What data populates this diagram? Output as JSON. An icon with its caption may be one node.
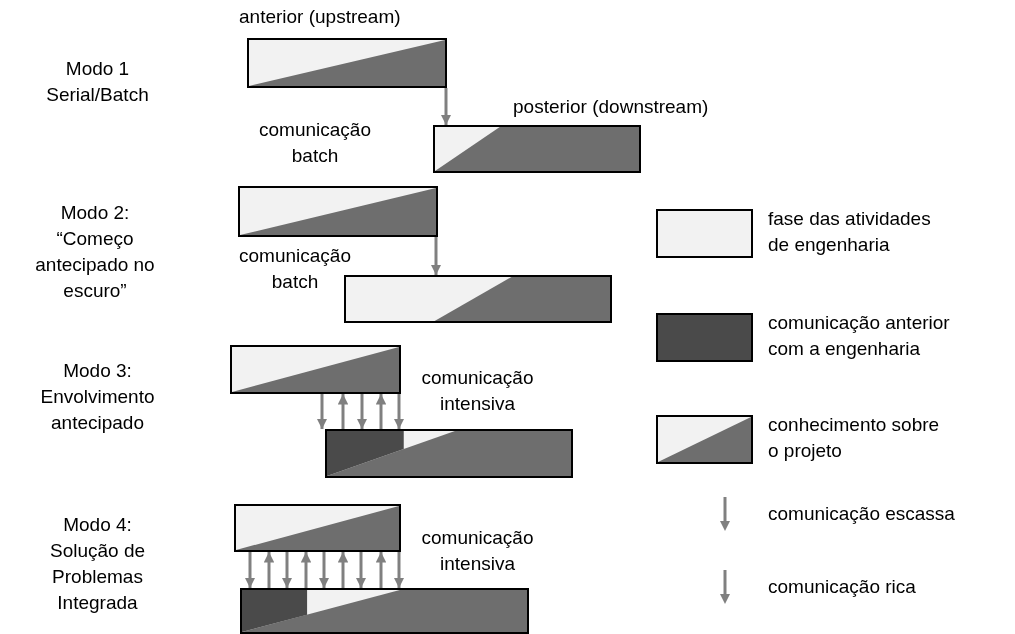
{
  "diagram": {
    "nodes": [
      {
        "text": [
          "anterior (upstream)"
        ]
      },
      {
        "text": [
          "posterior (downstream)"
        ]
      },
      {
        "text": [],
        "shape": "bar"
      },
      {
        "text": [],
        "shape": "bar"
      },
      {
        "text": [],
        "shape": "bar"
      },
      {
        "text": [],
        "shape": "bar"
      },
      {
        "text": [],
        "shape": "bar"
      },
      {
        "text": [],
        "shape": "bar"
      }
    ],
    "edges": [
      {
        "from": 0,
        "to": 1,
        "arrow": "to"
      },
      {
        "from": 2,
        "to": 3,
        "arrow": "to"
      },
      {
        "from": 4,
        "to": 5,
        "arrow": "to"
      },
      {
        "from": 5,
        "to": 4,
        "arrow": "to"
      },
      {
        "from": 4,
        "to": 5,
        "arrow": "to"
      },
      {
        "from": 5,
        "to": 4,
        "arrow": "to"
      },
      {
        "from": 4,
        "to": 5,
        "arrow": "to"
      },
      {
        "from": 6,
        "to": 7,
        "arrow": "to"
      },
      {
        "from": 7,
        "to": 6,
        "arrow": "to"
      },
      {
        "from": 6,
        "to": 7,
        "arrow": "to"
      },
      {
        "from": 7,
        "to": 6,
        "arrow": "to"
      },
      {
        "from": 6,
        "to": 7,
        "arrow": "to"
      },
      {
        "from": 7,
        "to": 6,
        "arrow": "to"
      },
      {
        "from": 6,
        "to": 7,
        "arrow": "to"
      },
      {
        "from": 7,
        "to": 6,
        "arrow": "to"
      },
      {
        "from": 6,
        "to": 7,
        "arrow": "to"
      }
    ],
    "labels": [
      "Modo 1 Serial/Batch",
      "comunicação batch",
      "Modo 2: “Começo antecipado no escuro”",
      "comunicação batch",
      "Modo 3: Envolvimento antecipado",
      "comunicação intensiva",
      "Modo 4: Solução de Problemas Integrada",
      "comunicação intensiva"
    ],
    "legend": [
      {
        "text": "fase das atividades de engenharia",
        "color": "#f2f2f2"
      },
      {
        "text": "comunicação anterior com a engenharia",
        "color": "#4a4a4a"
      },
      {
        "text": "conhecimento sobre o projeto"
      },
      {
        "text": "comunicação escassa"
      },
      {
        "text": "comunicação rica"
      }
    ]
  }
}
